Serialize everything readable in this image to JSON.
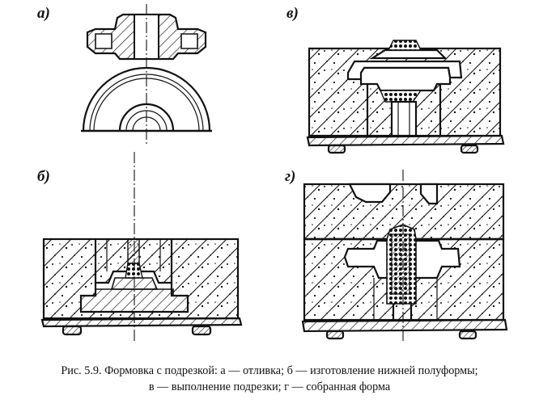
{
  "figure": {
    "panel_labels": {
      "a": "а)",
      "b": "б)",
      "v": "в)",
      "g": "г)"
    },
    "caption_line1": "Рис. 5.9. Формовка с подрезкой: а — отливка; б — изготовление нижней полуформы;",
    "caption_line2": "в — выполнение подрезки; г — собранная форма"
  }
}
